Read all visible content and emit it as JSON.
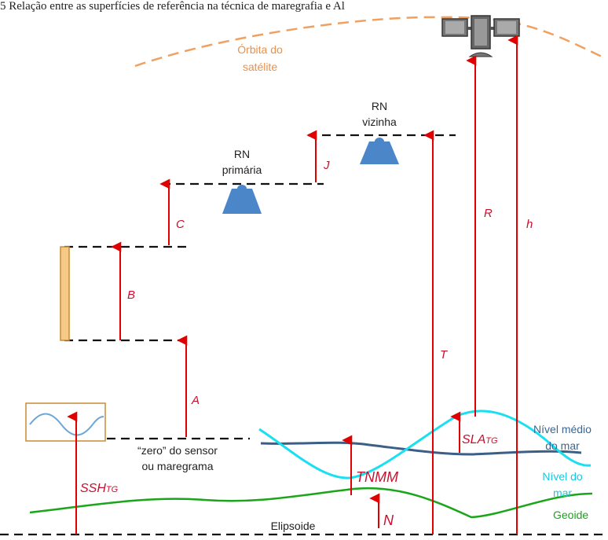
{
  "caption": "5 Relação entre as superfícies de referência na técnica de maregrafia e Al",
  "orbit_label": [
    "Órbita do",
    "satélite"
  ],
  "rn_primary": [
    "RN",
    "primária"
  ],
  "rn_neighbor": [
    "RN",
    "vizinha"
  ],
  "sensor_zero": [
    "“zero” do sensor",
    "ou maregrama"
  ],
  "mean_sea_level": [
    "Nível médio",
    "do mar"
  ],
  "sea_level": [
    "Nível do",
    "mar"
  ],
  "geoid": "Geoide",
  "ellipsoid": "Elipsoide",
  "arrows": {
    "A": "A",
    "B": "B",
    "C": "C",
    "J": "J",
    "T": "T",
    "R": "R",
    "h": "h",
    "N": "N",
    "TNMM": "TNMM",
    "SSH": "SSH",
    "SSH_sub": "TG",
    "SLA": "SLA",
    "SLA_sub": "TG"
  },
  "colors": {
    "arrow": "#e00000",
    "orbit": "#f0a060",
    "geoid": "#1aa51a",
    "sea_level": "#19e0f0",
    "mean_sea_level": "#3b5f86",
    "rn": "#4a86c8",
    "gauge_bar": "#f7c987"
  }
}
